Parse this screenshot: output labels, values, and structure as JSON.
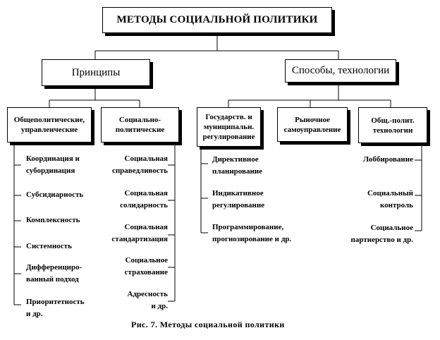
{
  "diagram": {
    "title": "МЕТОДЫ СОЦИАЛЬНОЙ ПОЛИТИКИ",
    "level2": [
      {
        "id": "principles",
        "label": "Принципы"
      },
      {
        "id": "methods",
        "label": "Способы, технологии"
      }
    ],
    "level3": [
      {
        "id": "obshchepol",
        "label": "Общеполитические,\nуправленческие"
      },
      {
        "id": "sotspol",
        "label": "Социально-\nполитические"
      },
      {
        "id": "gosud",
        "label": "Государств. и\nмуниципальн.\nрегулирование"
      },
      {
        "id": "rynoch",
        "label": "Рыночное\nсамоуправление"
      },
      {
        "id": "obshchpolit",
        "label": "Общ.-полит.\nтехнологии"
      }
    ],
    "items": {
      "obshchepol": [
        "Координация и\nсубординация",
        "Субсидиарность",
        "Комплексность",
        "Системность",
        "Дифференциро-\nванный подход",
        "Приоритетность\nи др."
      ],
      "sotspol": [
        "Социальная\nсправедливость",
        "Социальная\nсолидарность",
        "Социальная\nстандартизация",
        "Социальное\nстрахование",
        "Адресность\nи др."
      ],
      "gosud": [
        "Директивное\nпланирование",
        "Индикативное\nрегулирование",
        "Программирование,\nпрогнозирование и др."
      ],
      "obshchpolit": [
        "Лоббирование",
        "Социальный\nконтроль",
        "Социальное\nпартнерство и др."
      ]
    },
    "caption": "Рис. 7.  Методы социальной политики"
  }
}
